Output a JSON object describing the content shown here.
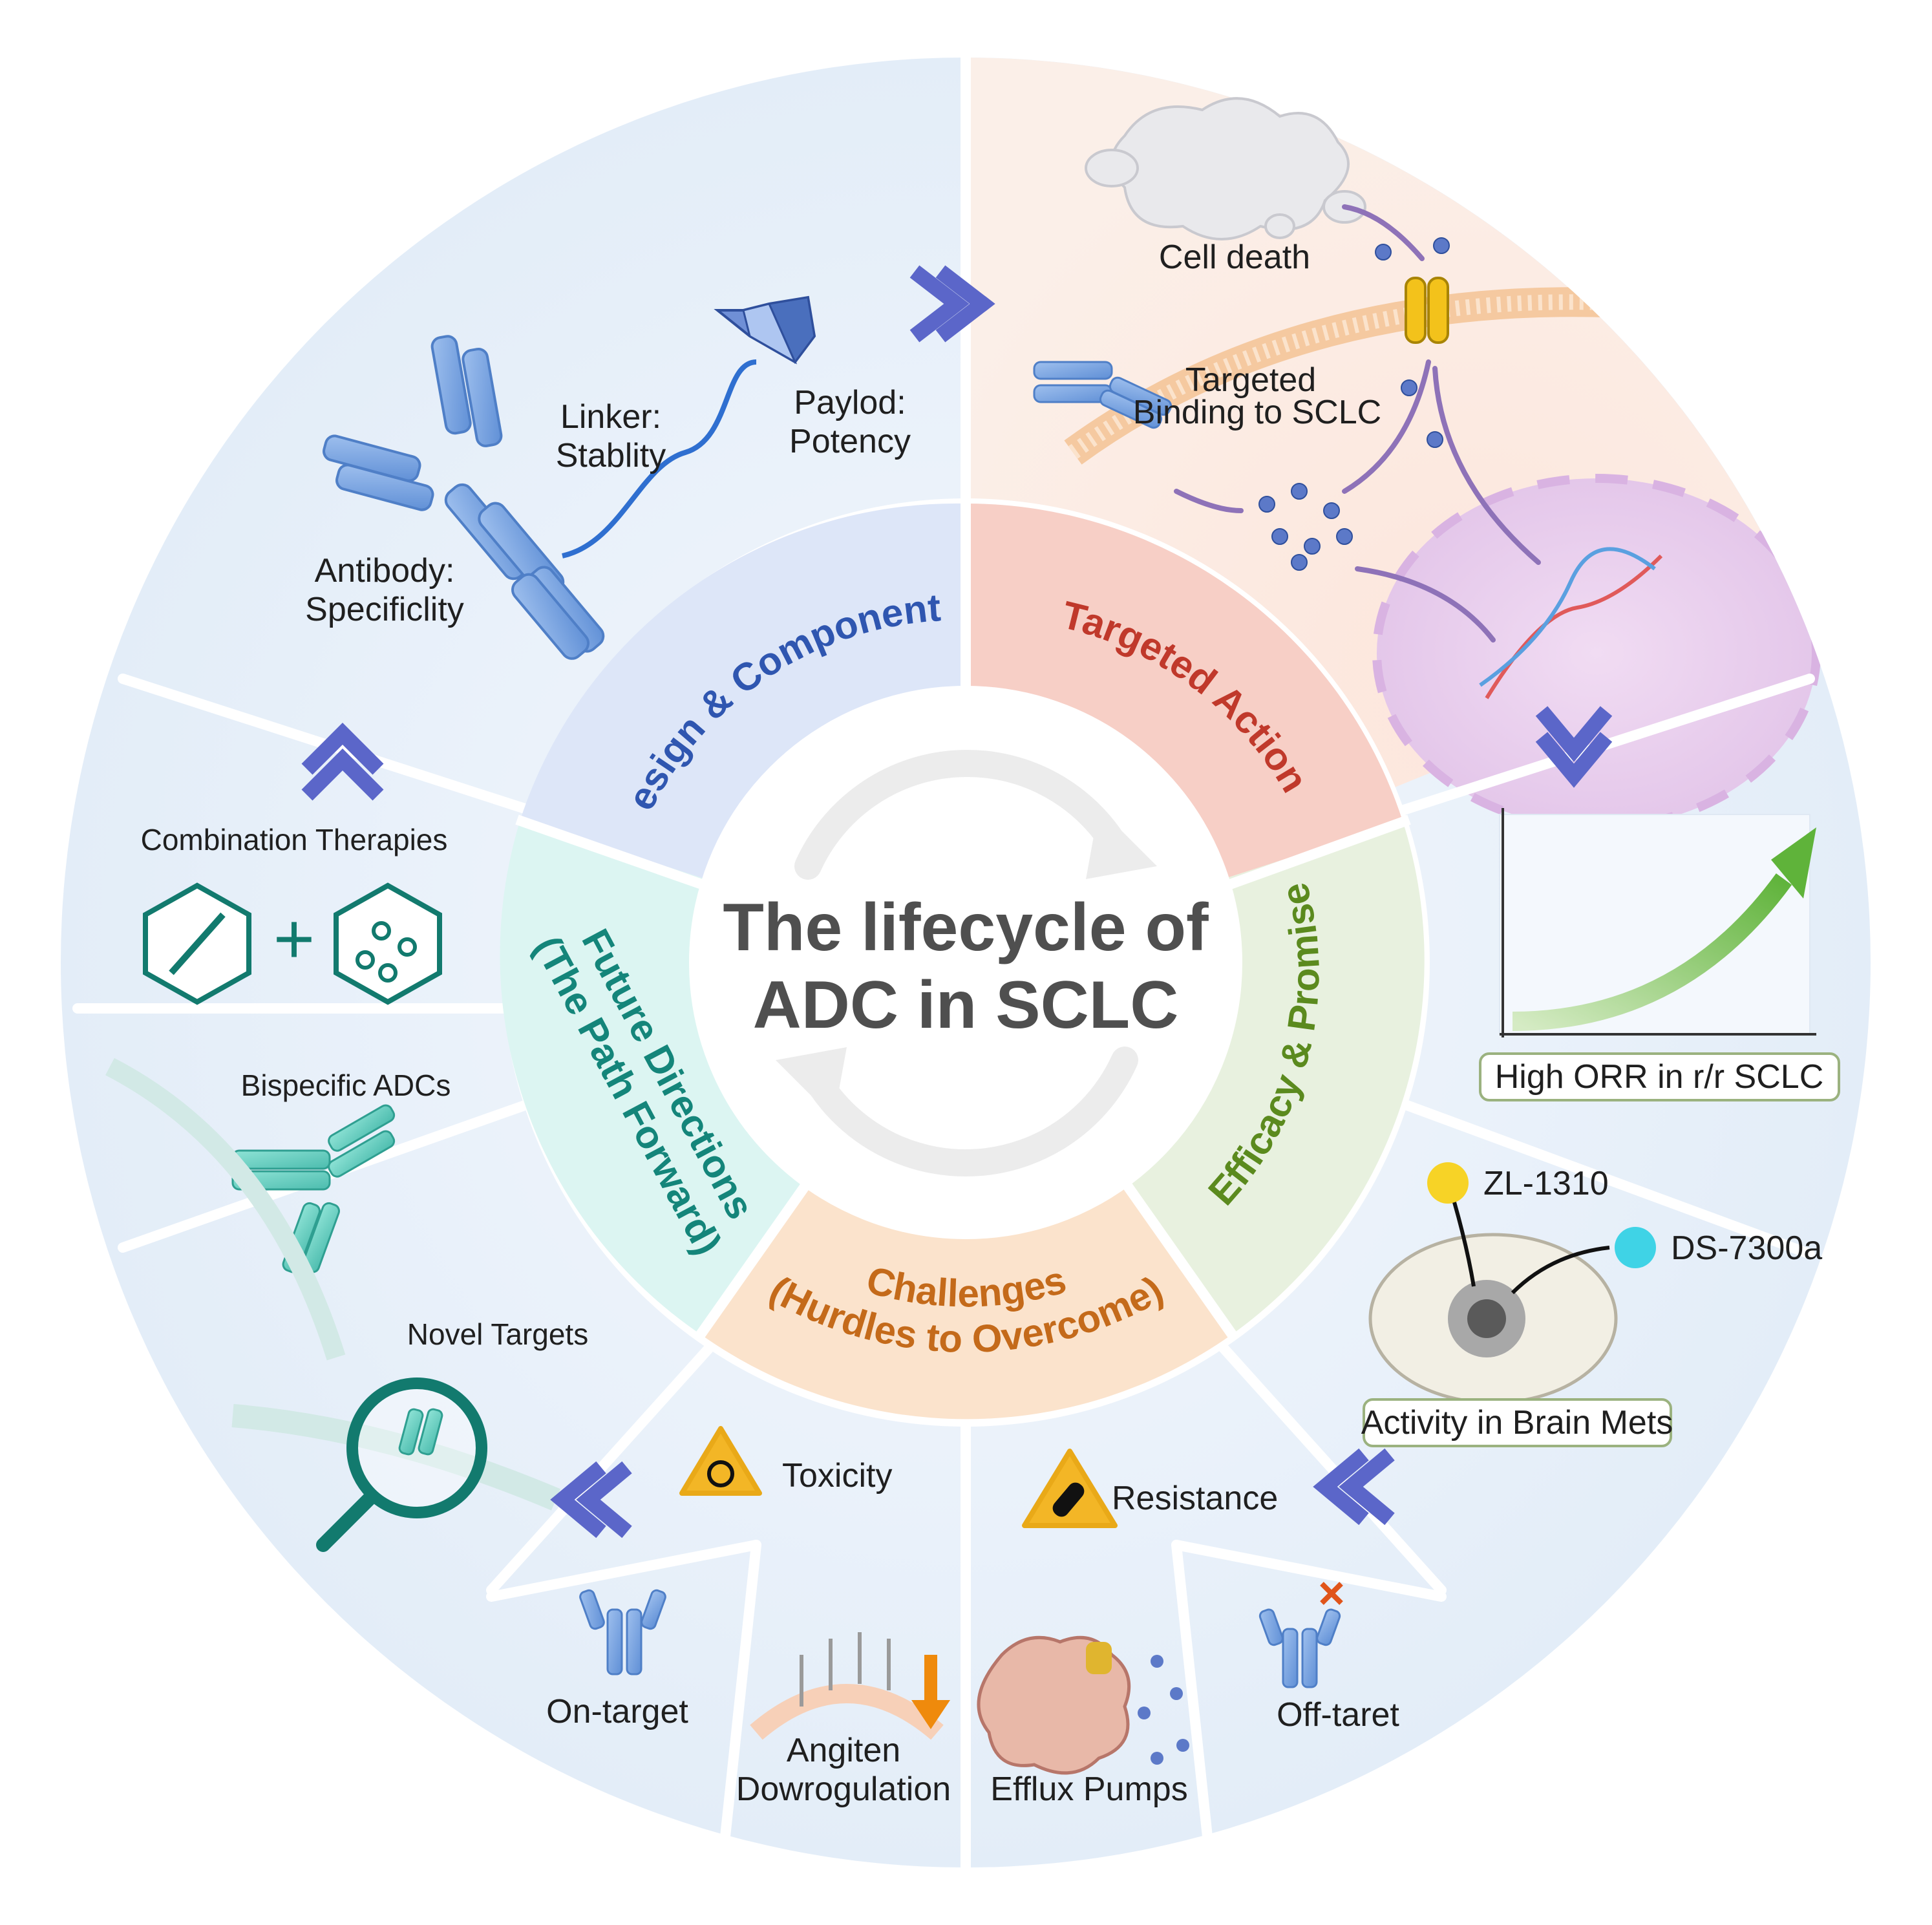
{
  "center": {
    "title_line1": "The lifecycle of",
    "title_line2": "ADC in SCLC"
  },
  "stages": {
    "design": "Design & Components",
    "targeted": "Targeted Action",
    "efficacy": "Efficacy & Promise",
    "challenges_line1": "Challenges",
    "challenges_line2": "(Hurdles to Overcome)",
    "future_line1": "Future Directions",
    "future_line2": "(The Path Forward)"
  },
  "design_panel": {
    "antibody_line1": "Antibody:",
    "antibody_line2": "Specificlity",
    "linker_line1": "Linker:",
    "linker_line2": "Stablity",
    "payload_line1": "Paylod:",
    "payload_line2": "Potency"
  },
  "targeted_panel": {
    "cell_death": "Cell death",
    "binding_line1": "Targeted",
    "binding_line2": "Binding to SCLC"
  },
  "efficacy_panel": {
    "orr_label": "High ORR in r/r SCLC",
    "drug1": "ZL-1310",
    "drug2": "DS-7300a",
    "brain_label": "Activity in Brain Mets"
  },
  "challenges_panel": {
    "toxicity": "Toxicity",
    "resistance": "Resistance",
    "on_target": "On-target",
    "antigen_line1": "Angiten",
    "antigen_line2": "Dowrogulation",
    "efflux": "Efflux Pumps",
    "off_target": "Off-taret"
  },
  "future_panel": {
    "combination": "Combination Therapies",
    "bispecific": "Bispecific ADCs",
    "novel_targets": "Novel Targets"
  },
  "colors": {
    "design": "#2f56b0",
    "targeted": "#c0392b",
    "efficacy": "#5b8a1e",
    "challenges": "#c46a1a",
    "future": "#14857a",
    "chevron": "#5b66c9",
    "warning": "#f3b626"
  },
  "icons": [
    "chevron-icon",
    "antibody-icon",
    "payload-icon",
    "brain-icon",
    "biohazard-icon",
    "capsule-icon",
    "syringe-icon",
    "molecule-icon",
    "magnifier-icon",
    "growth-arrow-icon",
    "dna-icon",
    "cell-icon"
  ]
}
